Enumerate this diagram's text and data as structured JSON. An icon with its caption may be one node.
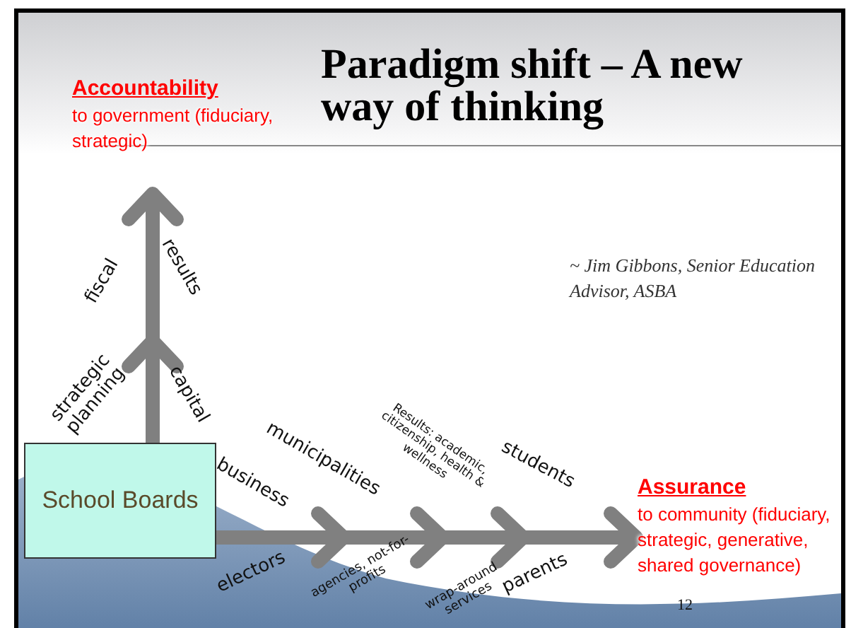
{
  "diagram": {
    "title": "Paradigm shift – A new way of thinking",
    "nodes": [
      {
        "text": [
          "Accountability",
          "to government (fiduciary, strategic)"
        ]
      },
      {
        "text": [
          "School Boards"
        ]
      },
      {
        "text": [
          "Assurance",
          "to community (fiduciary, strategic, generative, shared governance)"
        ]
      }
    ],
    "edges": [
      {
        "from": 1,
        "to": 0,
        "arrow": "to"
      },
      {
        "from": 1,
        "to": 2,
        "arrow": "to"
      }
    ],
    "labels": [
      "fiscal",
      "results",
      "~ Jim Gibbons, Senior Education Advisor, ASBA",
      "strategic planning",
      "capital",
      "municipalities",
      "Results: academic, citizenship, health & wellness",
      "business",
      "students",
      "electors",
      "agencies, not-for- profits",
      "wrap-around services",
      "parents",
      "12"
    ]
  }
}
